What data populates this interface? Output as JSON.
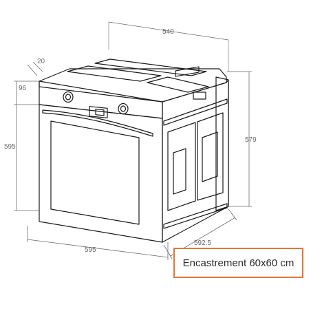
{
  "dimensions": {
    "depth_top": "540",
    "panel_thickness": "20",
    "control_panel_height": "96",
    "front_height": "595",
    "back_height": "579",
    "front_width": "595",
    "side_depth": "592.5"
  },
  "caption": {
    "text": "Encastrement 60x60 cm",
    "border_color": "#e2763a"
  },
  "colors": {
    "line": "#1a1a1a",
    "dimension": "#6a6a6a"
  }
}
